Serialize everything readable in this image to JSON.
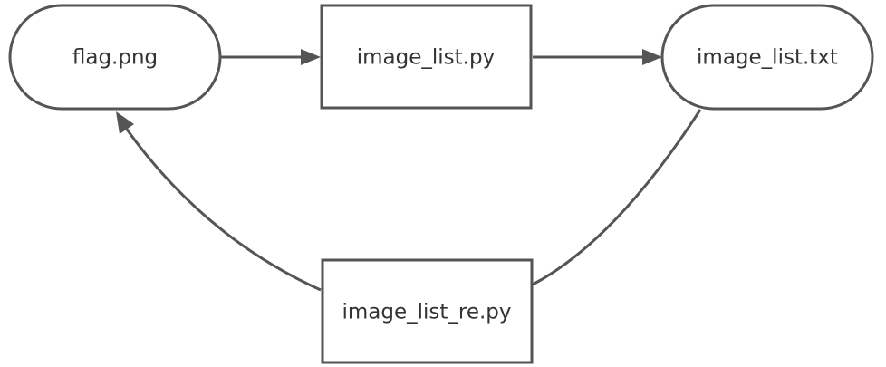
{
  "nodes": {
    "flag_png": {
      "label": "flag.png",
      "shape": "terminal"
    },
    "image_list_py": {
      "label": "image_list.py",
      "shape": "process"
    },
    "image_list_txt": {
      "label": "image_list.txt",
      "shape": "terminal"
    },
    "image_list_re_py": {
      "label": "image_list_re.py",
      "shape": "process"
    }
  },
  "edges": [
    {
      "from": "flag.png",
      "to": "image_list.py"
    },
    {
      "from": "image_list.py",
      "to": "image_list.txt"
    },
    {
      "from": "image_list.txt",
      "to": "image_list_re.py"
    },
    {
      "from": "image_list_re.py",
      "to": "flag.png"
    }
  ],
  "colors": {
    "stroke": "#555555",
    "text": "#333333",
    "background": "#ffffff"
  }
}
